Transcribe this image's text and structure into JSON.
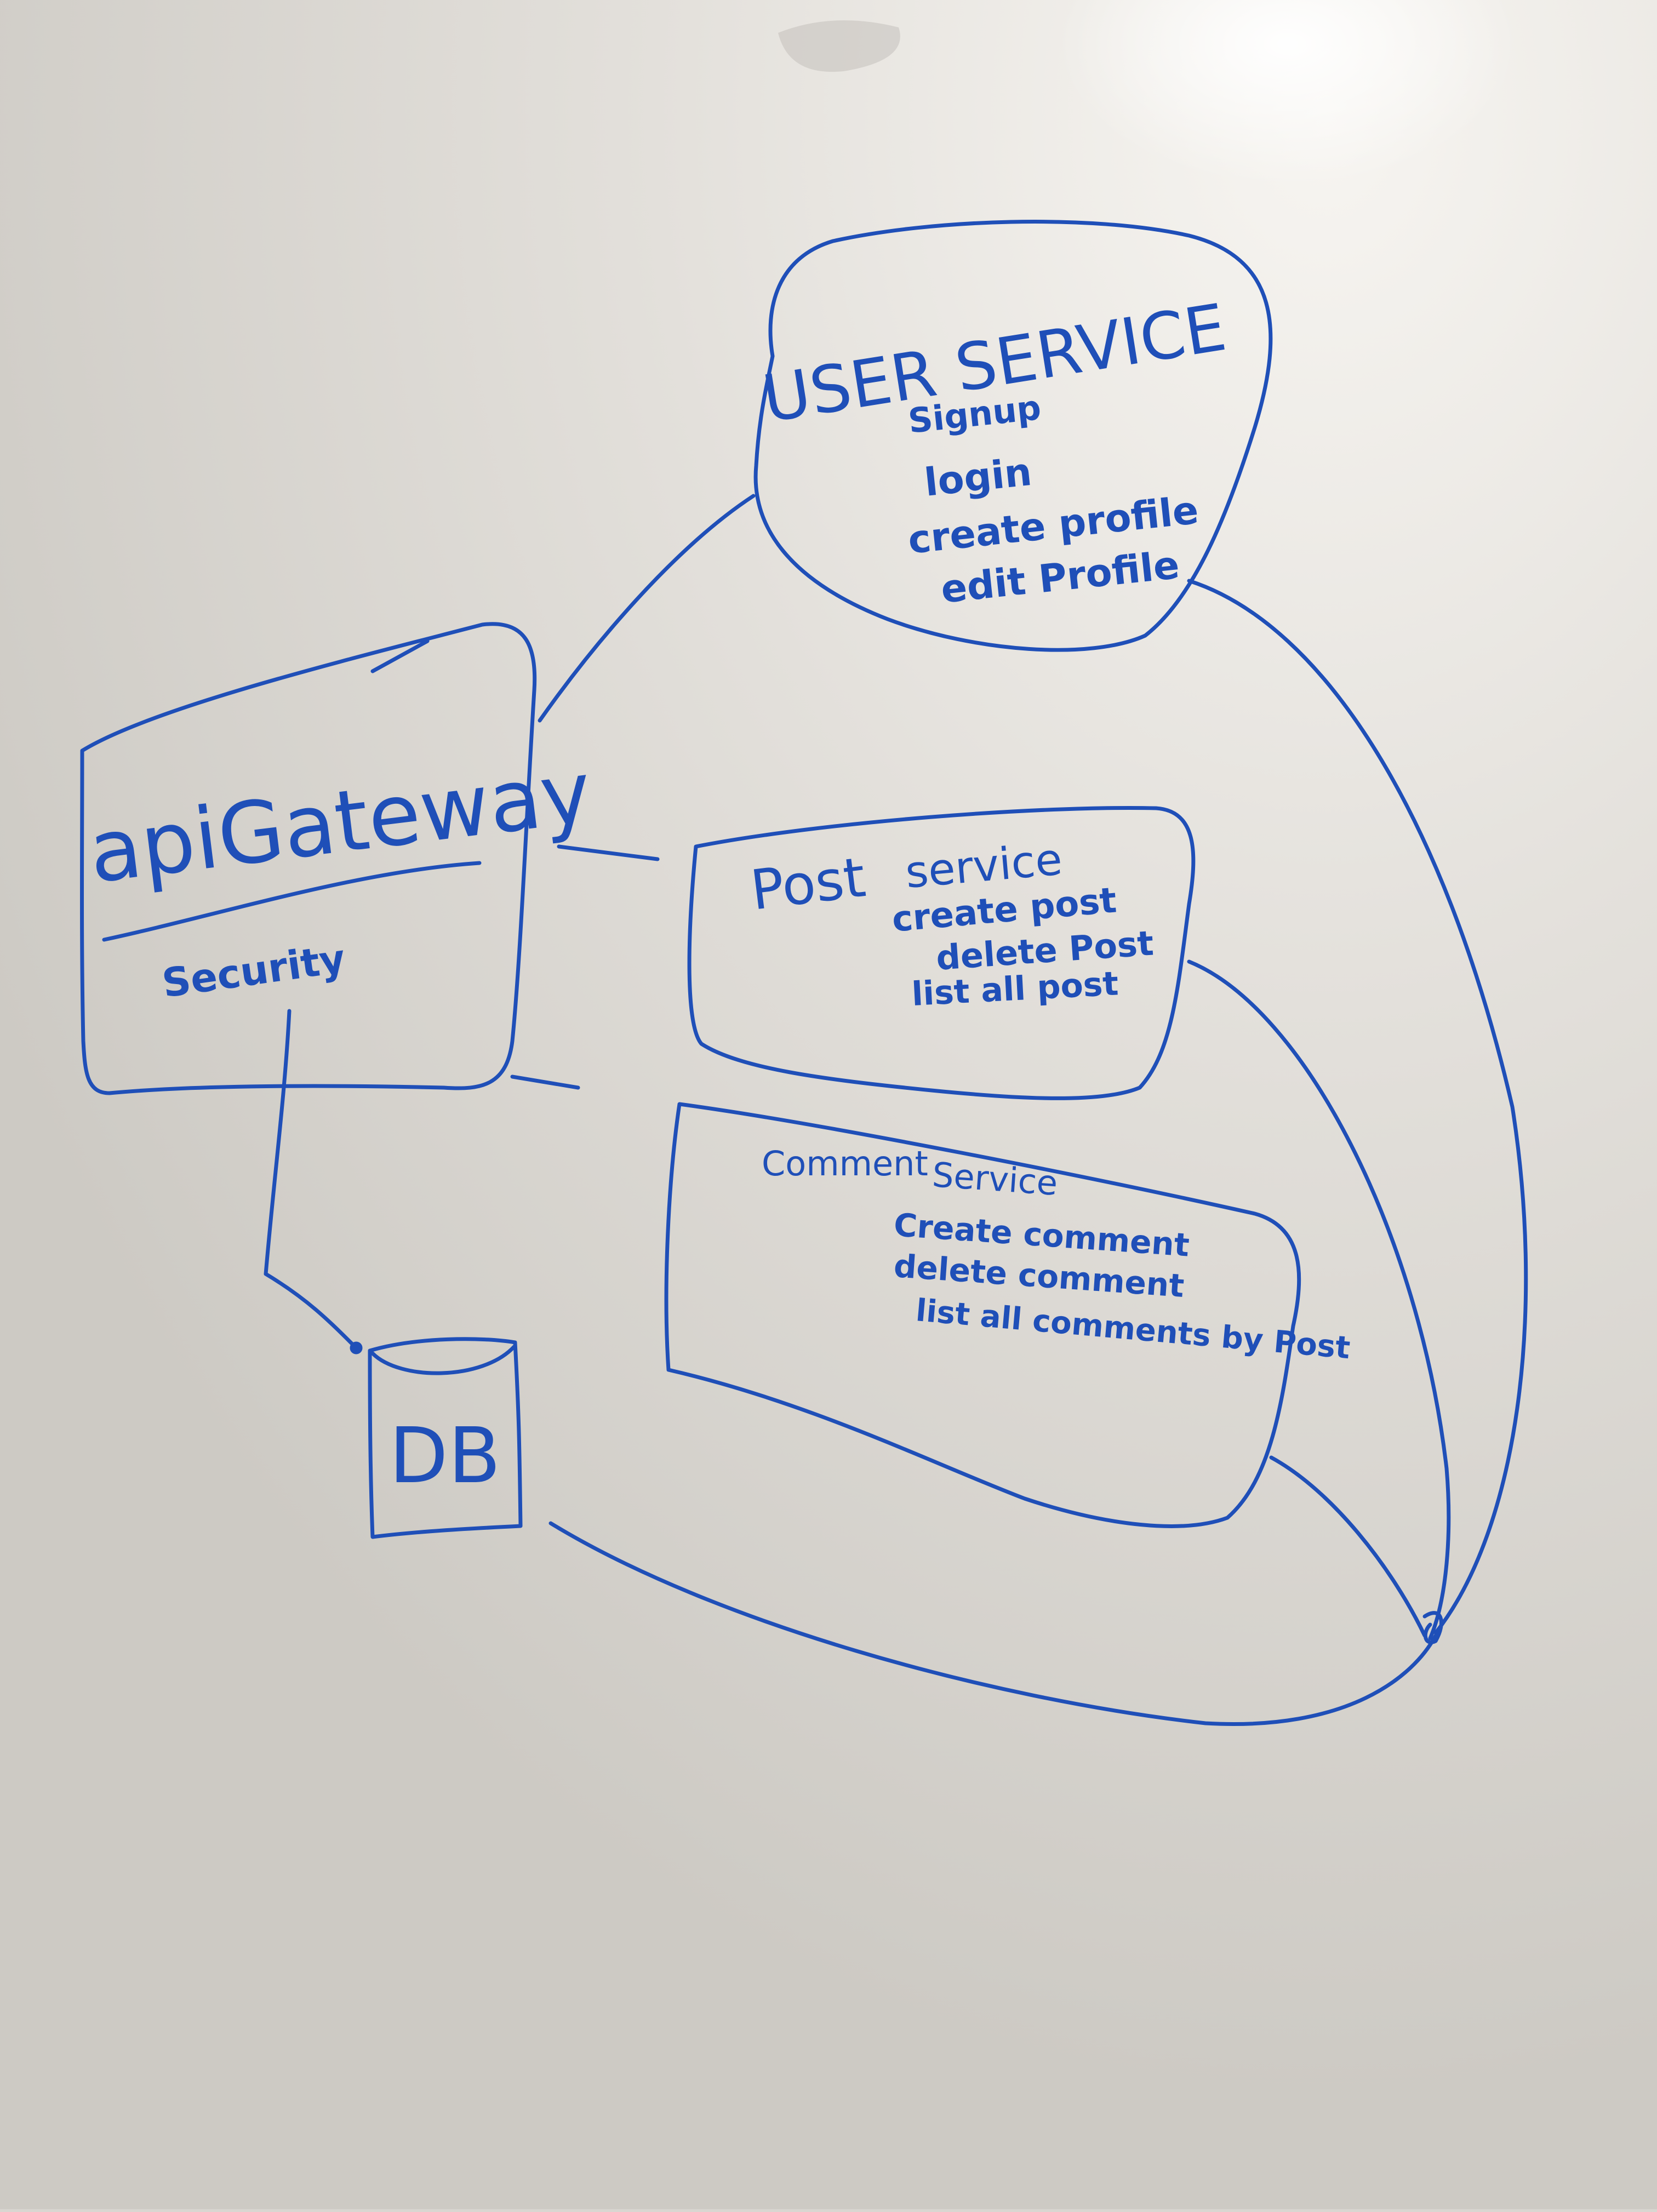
{
  "colors": {
    "marker": "#1f4fb8",
    "board_light": "#e8e5e0",
    "board_dark": "#cfccc6"
  },
  "gateway": {
    "title": "apiGateway",
    "subtitle": "Security"
  },
  "user_service": {
    "title": "USER SERVICE",
    "items": [
      "Signup",
      "login",
      "create profile",
      "edit Profile"
    ]
  },
  "post_service": {
    "title_left": "Post",
    "title_right": "service",
    "items": [
      "create post",
      "delete Post",
      "list all post"
    ]
  },
  "comment_service": {
    "title_left": "Comment",
    "title_right": "Service",
    "items": [
      "Create comment",
      "delete comment",
      "list all comments by Post"
    ]
  },
  "db": {
    "label": "DB"
  }
}
